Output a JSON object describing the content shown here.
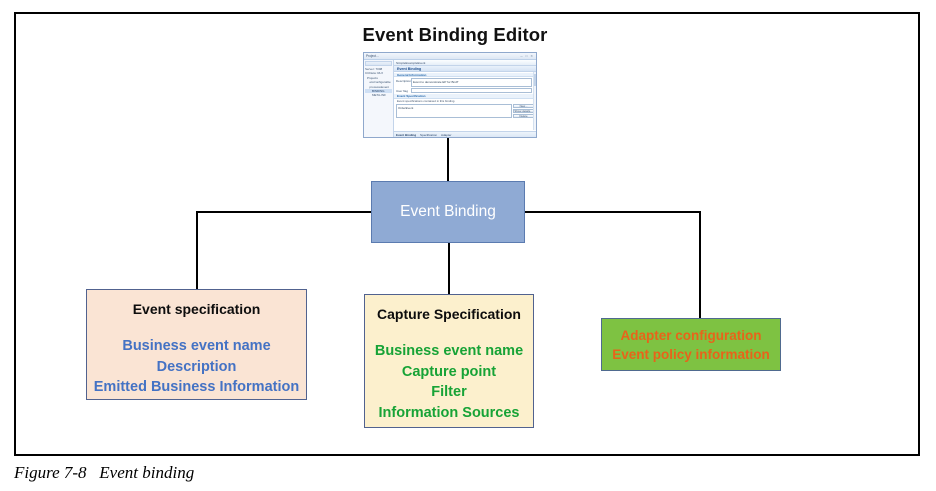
{
  "figure": {
    "caption_number": "Figure 7-8",
    "caption_text": "Event binding",
    "caption_full": "Figure 7-8   Event binding"
  },
  "diagram": {
    "title": "Event Binding Editor",
    "nodes": {
      "event_binding": {
        "title": "Event Binding",
        "fill": "#8faad4",
        "border": "#5b7bb0",
        "text_color": "#ffffff"
      },
      "event_specification": {
        "title": "Event specification",
        "fill": "#fae4d4",
        "border": "#51628f",
        "title_color": "#0d0d0d",
        "body_color": "#4472c4",
        "items": [
          "Business event name",
          "Description",
          "Emitted Business Information"
        ],
        "body_text": "Business event name\nDescription\nEmitted Business Information"
      },
      "capture_specification": {
        "title": "Capture Specification",
        "fill": "#fcf0cd",
        "border": "#51628f",
        "title_color": "#0d0d0d",
        "body_color": "#17a336",
        "items": [
          "Business event name",
          "Capture point",
          "Filter",
          "Information Sources"
        ],
        "body_text": "Business event name\nCapture point\nFilter\nInformation Sources"
      },
      "adapter": {
        "fill": "#7ec242",
        "border": "#4f6a8f",
        "body_color": "#e8631a",
        "items": [
          "Adapter configuration",
          "Event policy information"
        ],
        "body_text": "Adapter configuration\nEvent policy information"
      }
    }
  },
  "screenshot": {
    "left_tab_label": "Project...",
    "doc_tab_label": "SimpleExampleEvent",
    "window_buttons": "─ □ ✕",
    "left_panel": {
      "header": "Server: 7008",
      "filter": "CCDeta: RLX",
      "tree": [
        {
          "label": "Projects",
          "indent": 1,
          "selected": false
        },
        {
          "label": "etc/configurable",
          "indent": 2,
          "selected": false
        },
        {
          "label": "processdevent",
          "indent": 2,
          "selected": false
        },
        {
          "label": "BINDING",
          "indent": 3,
          "selected": true
        },
        {
          "label": "META-INF",
          "indent": 3,
          "selected": false
        }
      ]
    },
    "editor": {
      "section_header": "Event Binding",
      "general_info_header": "General Information",
      "description_label": "Description",
      "description_value": "Event to demonstrate EP for BndT",
      "userflag_label": "User flag",
      "userflag_value": "",
      "event_spec_header": "Event Specification",
      "event_spec_note": "Event specifications contained in this binding.",
      "list_rows": [
        "OrderEvent"
      ],
      "buttons": [
        "New...",
        "Show details...",
        "Delete"
      ],
      "bottom_tabs": [
        {
          "label": "Event Binding",
          "active": true
        },
        {
          "label": "Specification",
          "active": false
        },
        {
          "label": "Adapter",
          "active": false
        }
      ]
    }
  }
}
